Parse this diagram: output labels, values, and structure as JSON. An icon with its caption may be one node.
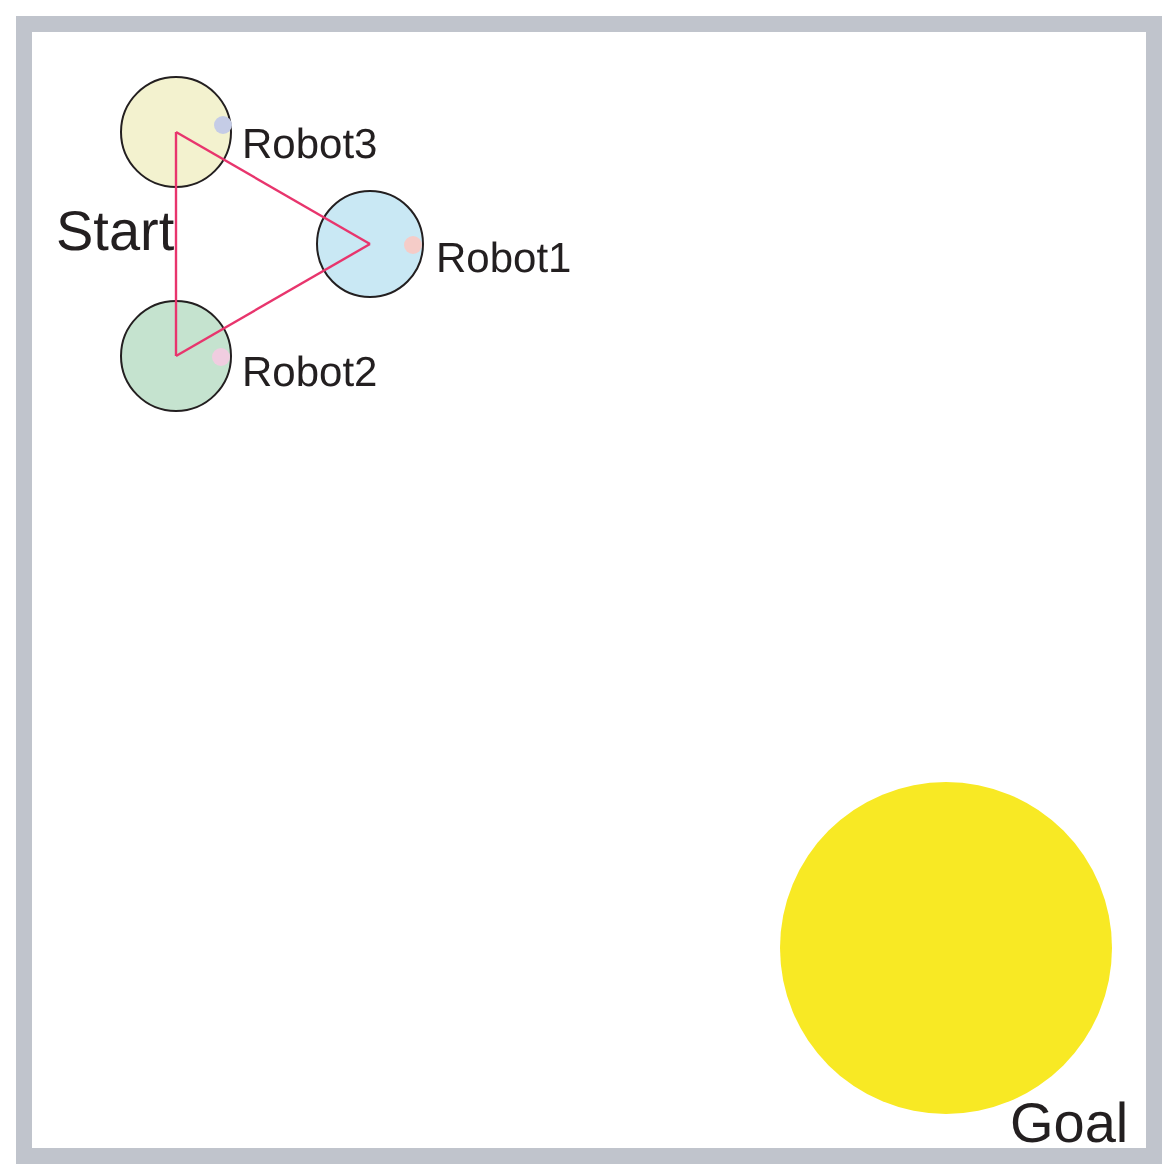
{
  "diagram": {
    "nodes": [
      {
        "text": [],
        "shape": "circle",
        "beside": [
          "Robot3"
        ]
      },
      {
        "text": [],
        "shape": "circle",
        "beside": [
          "Robot1"
        ]
      },
      {
        "text": [],
        "shape": "circle",
        "beside": [
          "Robot2"
        ]
      },
      {
        "text": [],
        "shape": "circle",
        "beside": [
          "Goal"
        ]
      }
    ],
    "edges": [
      {
        "from": 0,
        "to": 1,
        "arrow": "none"
      },
      {
        "from": 1,
        "to": 2,
        "arrow": "none"
      },
      {
        "from": 2,
        "to": 0,
        "arrow": "none"
      }
    ],
    "labels": [
      "Start"
    ]
  }
}
